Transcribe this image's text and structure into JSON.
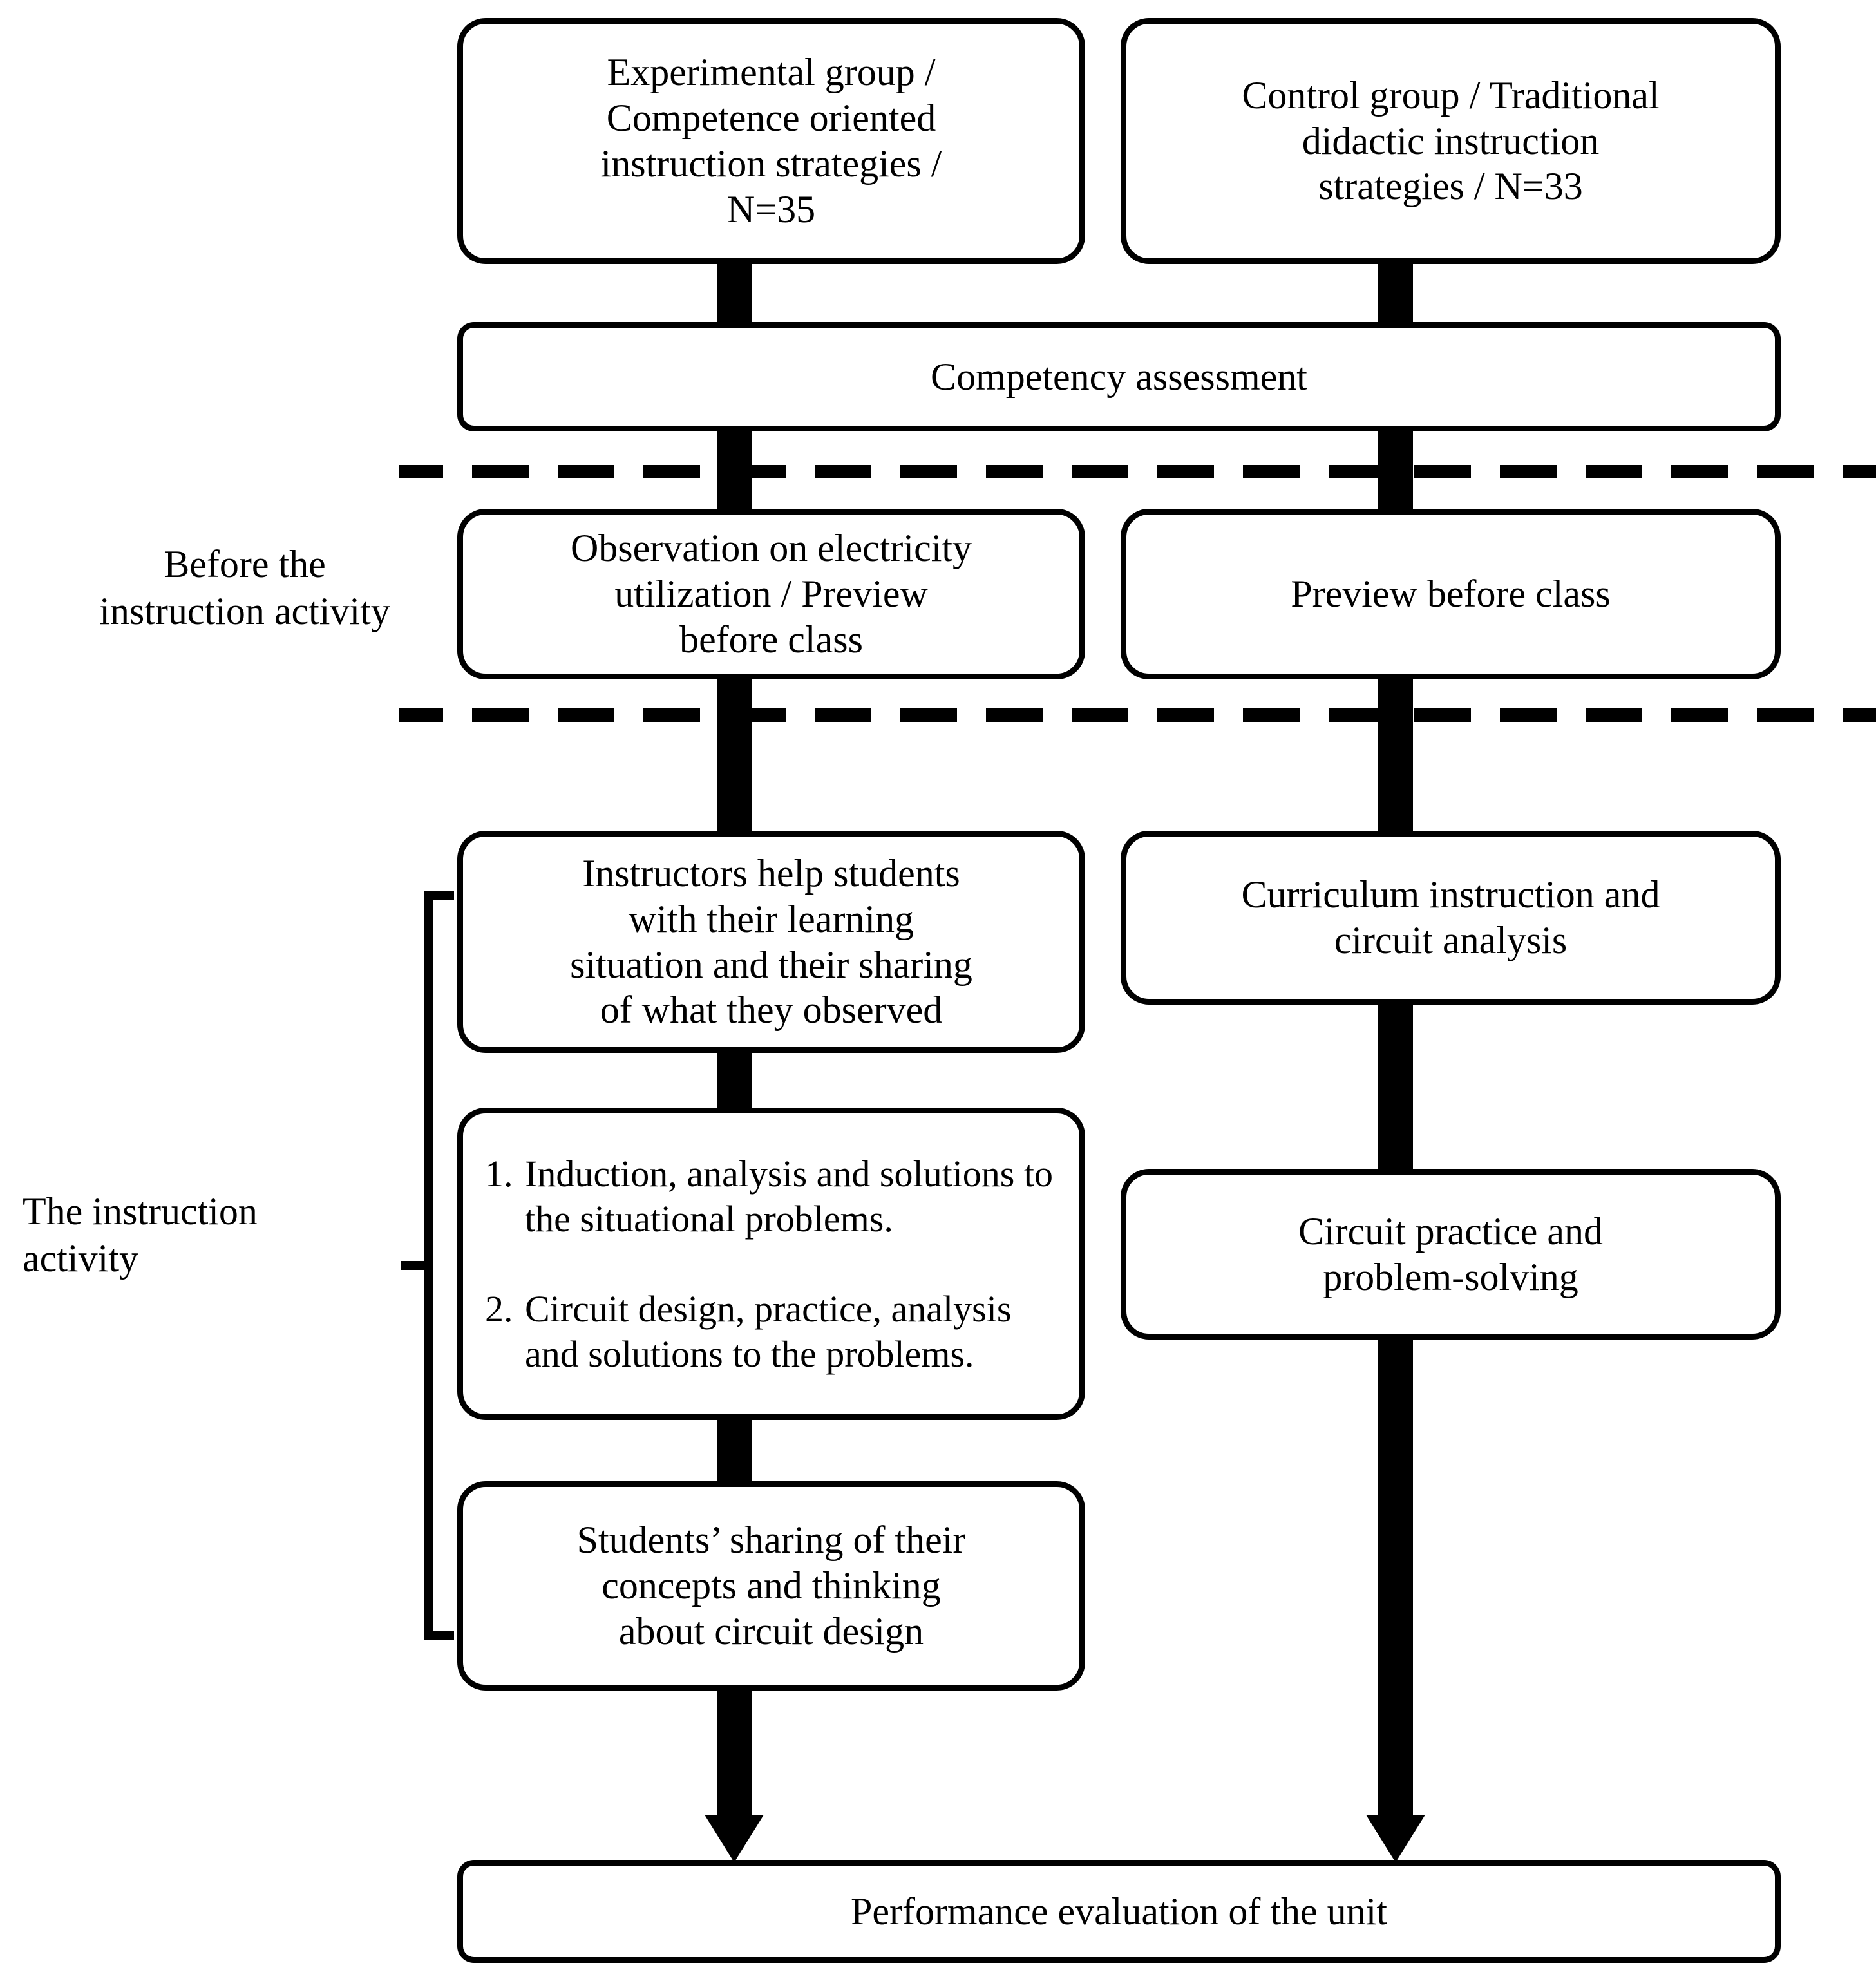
{
  "diagram": {
    "title": "Quasi-experimental instructional design flowchart",
    "line_color": "#000000",
    "background_color": "#ffffff"
  },
  "side_labels": [
    {
      "id": "before-activity",
      "text": "Before the\ninstruction activity"
    },
    {
      "id": "instruction-activity",
      "text": "The instruction\nactivity"
    }
  ],
  "columns": {
    "experimental": {
      "header": "Experimental group / Competence oriented instruction strategies / N=35",
      "boxes": [
        {
          "id": "experimental-group",
          "text": "Experimental group /\nCompetence oriented\ninstruction strategies /\nN=35"
        },
        {
          "id": "observation-preview",
          "text": "Observation on electricity\nutilization / Preview\nbefore class"
        },
        {
          "id": "instructors-help",
          "text": "Instructors help students\nwith their learning\nsituation and their sharing\nof what they observed"
        },
        {
          "id": "students-sharing",
          "text": "Students’ sharing of their\nconcepts and thinking\nabout circuit design"
        }
      ],
      "numbered_box": {
        "id": "induction-circuit-design",
        "items": [
          {
            "number": "1.",
            "text": "Induction, analysis and solutions to the situational problems."
          },
          {
            "number": "2.",
            "text": "Circuit design, practice, analysis and solutions to the problems."
          }
        ]
      }
    },
    "control": {
      "header": "Control group / Traditional didactic instruction strategies / N=33",
      "boxes": [
        {
          "id": "control-group",
          "text": "Control group / Traditional\ndidactic instruction\nstrategies / N=33"
        },
        {
          "id": "preview-before-class",
          "text": "Preview before class"
        },
        {
          "id": "curriculum-instruction",
          "text": "Curriculum instruction and\ncircuit analysis"
        },
        {
          "id": "circuit-practice",
          "text": "Circuit practice and\nproblem-solving"
        }
      ]
    }
  },
  "shared_boxes": [
    {
      "id": "competency-assessment",
      "text": "Competency assessment"
    },
    {
      "id": "performance-evaluation",
      "text": "Performance evaluation of the unit"
    }
  ]
}
